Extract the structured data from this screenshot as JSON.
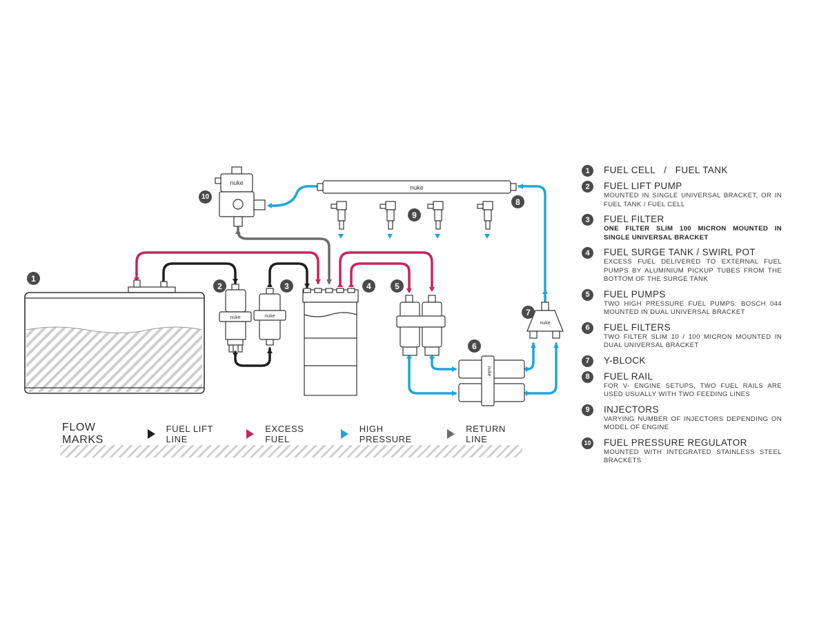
{
  "legend": {
    "items": [
      {
        "num": "1",
        "title": "FUEL CELL   /   FUEL TANK",
        "desc": "",
        "bold": false
      },
      {
        "num": "2",
        "title": "FUEL LIFT PUMP",
        "desc": "MOUNTED IN SINGLE UNIVERSAL BRACKET, OR IN FUEL TANK / FUEL CELL",
        "bold": false
      },
      {
        "num": "3",
        "title": "FUEL FILTER",
        "desc": "ONE FILTER SLIM 100 MICRON MOUNTED IN SINGLE UNIVERSAL BRACKET",
        "bold": true
      },
      {
        "num": "4",
        "title": "FUEL SURGE TANK / SWIRL POT",
        "desc": "EXCESS FUEL DELIVERED TO EXTERNAL FUEL PUMPS BY ALUMINIUM PICKUP TUBES FROM THE BOTTOM OF THE SURGE TANK",
        "bold": false
      },
      {
        "num": "5",
        "title": "FUEL PUMPS",
        "desc": "TWO HIGH PRESSURE FUEL PUMPS: BOSCH 044 MOUNTED IN DUAL UNIVERSAL BRACKET",
        "bold": false
      },
      {
        "num": "6",
        "title": "FUEL FILTERS",
        "desc": "TWO FILTER SLIM 10 / 100 MICRON MOUNTED IN DUAL UNIVERSAL BRACKET",
        "bold": false
      },
      {
        "num": "7",
        "title": "Y-BLOCK",
        "desc": "",
        "bold": false
      },
      {
        "num": "8",
        "title": "FUEL RAIL",
        "desc": "FOR V- ENGINE SETUPS, TWO FUEL RAILS ARE USED USUALLY WITH TWO FEEDING LINES",
        "bold": false
      },
      {
        "num": "9",
        "title": "INJECTORS",
        "desc": "VARYING NUMBER OF INJECTORS DEPENDING ON MODEL OF ENGINE",
        "bold": false
      },
      {
        "num": "10",
        "title": "FUEL PRESSURE REGULATOR",
        "desc": "MOUNTED WITH INTEGRATED STAINLESS STEEL BRACKETS",
        "bold": false
      }
    ]
  },
  "flow_marks": {
    "title": "FLOW MARKS",
    "entries": [
      {
        "label": "FUEL LIFT LINE",
        "color": "#1f1f1f"
      },
      {
        "label": "EXCESS FUEL",
        "color": "#c8245a"
      },
      {
        "label": "HIGH PRESSURE",
        "color": "#1fa6d8"
      },
      {
        "label": "RETURN LINE",
        "color": "#6b6b6b"
      }
    ]
  },
  "callouts": {
    "c1": "1",
    "c2": "2",
    "c3": "3",
    "c4": "4",
    "c5": "5",
    "c6": "6",
    "c7": "7",
    "c8": "8",
    "c9": "9",
    "c10": "10"
  },
  "brand": {
    "logo": "nuke"
  },
  "colors": {
    "lift": "#1f1f1f",
    "excess": "#c8245a",
    "high": "#1fa6d8",
    "ret": "#6b6b6b",
    "outline": "#333333"
  }
}
